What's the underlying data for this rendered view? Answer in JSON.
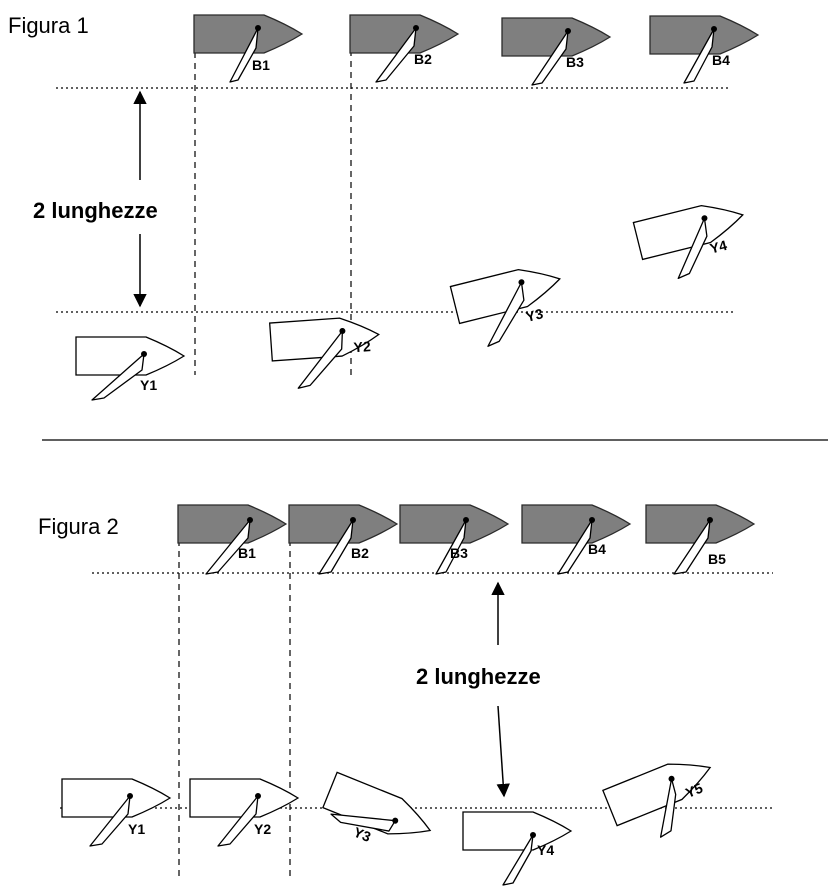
{
  "figure1": {
    "title": "Figura 1",
    "distance_label": "2 lunghezze",
    "boats_blue": [
      "B1",
      "B2",
      "B3",
      "B4"
    ],
    "boats_yellow": [
      "Y1",
      "Y2",
      "Y3",
      "Y4"
    ]
  },
  "figure2": {
    "title": "Figura 2",
    "distance_label": "2 lunghezze",
    "boats_blue": [
      "B1",
      "B2",
      "B3",
      "B4",
      "B5"
    ],
    "boats_yellow": [
      "Y1",
      "Y2",
      "Y3",
      "Y4",
      "Y5"
    ]
  },
  "colors": {
    "blue_boat_fill": "#7f7f7f",
    "yellow_boat_fill": "#ffffff",
    "lines": "#000000"
  }
}
